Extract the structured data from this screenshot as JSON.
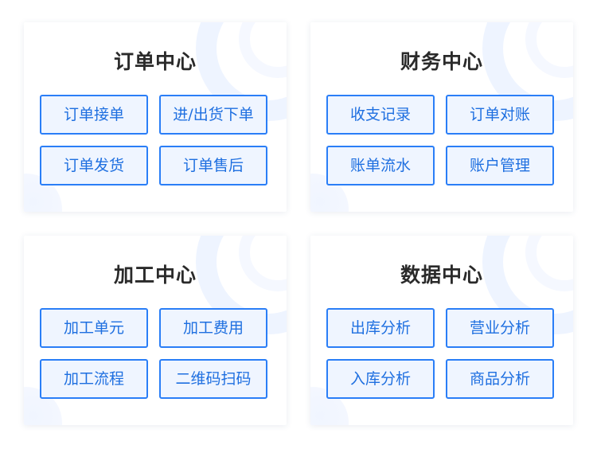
{
  "cards": [
    {
      "title": "订单中心",
      "buttons": [
        "订单接单",
        "进/出货下单",
        "订单发货",
        "订单售后"
      ]
    },
    {
      "title": "财务中心",
      "buttons": [
        "收支记录",
        "订单对账",
        "账单流水",
        "账户管理"
      ]
    },
    {
      "title": "加工中心",
      "buttons": [
        "加工单元",
        "加工费用",
        "加工流程",
        "二维码扫码"
      ]
    },
    {
      "title": "数据中心",
      "buttons": [
        "出库分析",
        "营业分析",
        "入库分析",
        "商品分析"
      ]
    }
  ],
  "colors": {
    "accent": "#2a7ef7",
    "button_bg": "#eff5ff",
    "button_text": "#1e6fe0",
    "title_text": "#2a2a2a"
  }
}
